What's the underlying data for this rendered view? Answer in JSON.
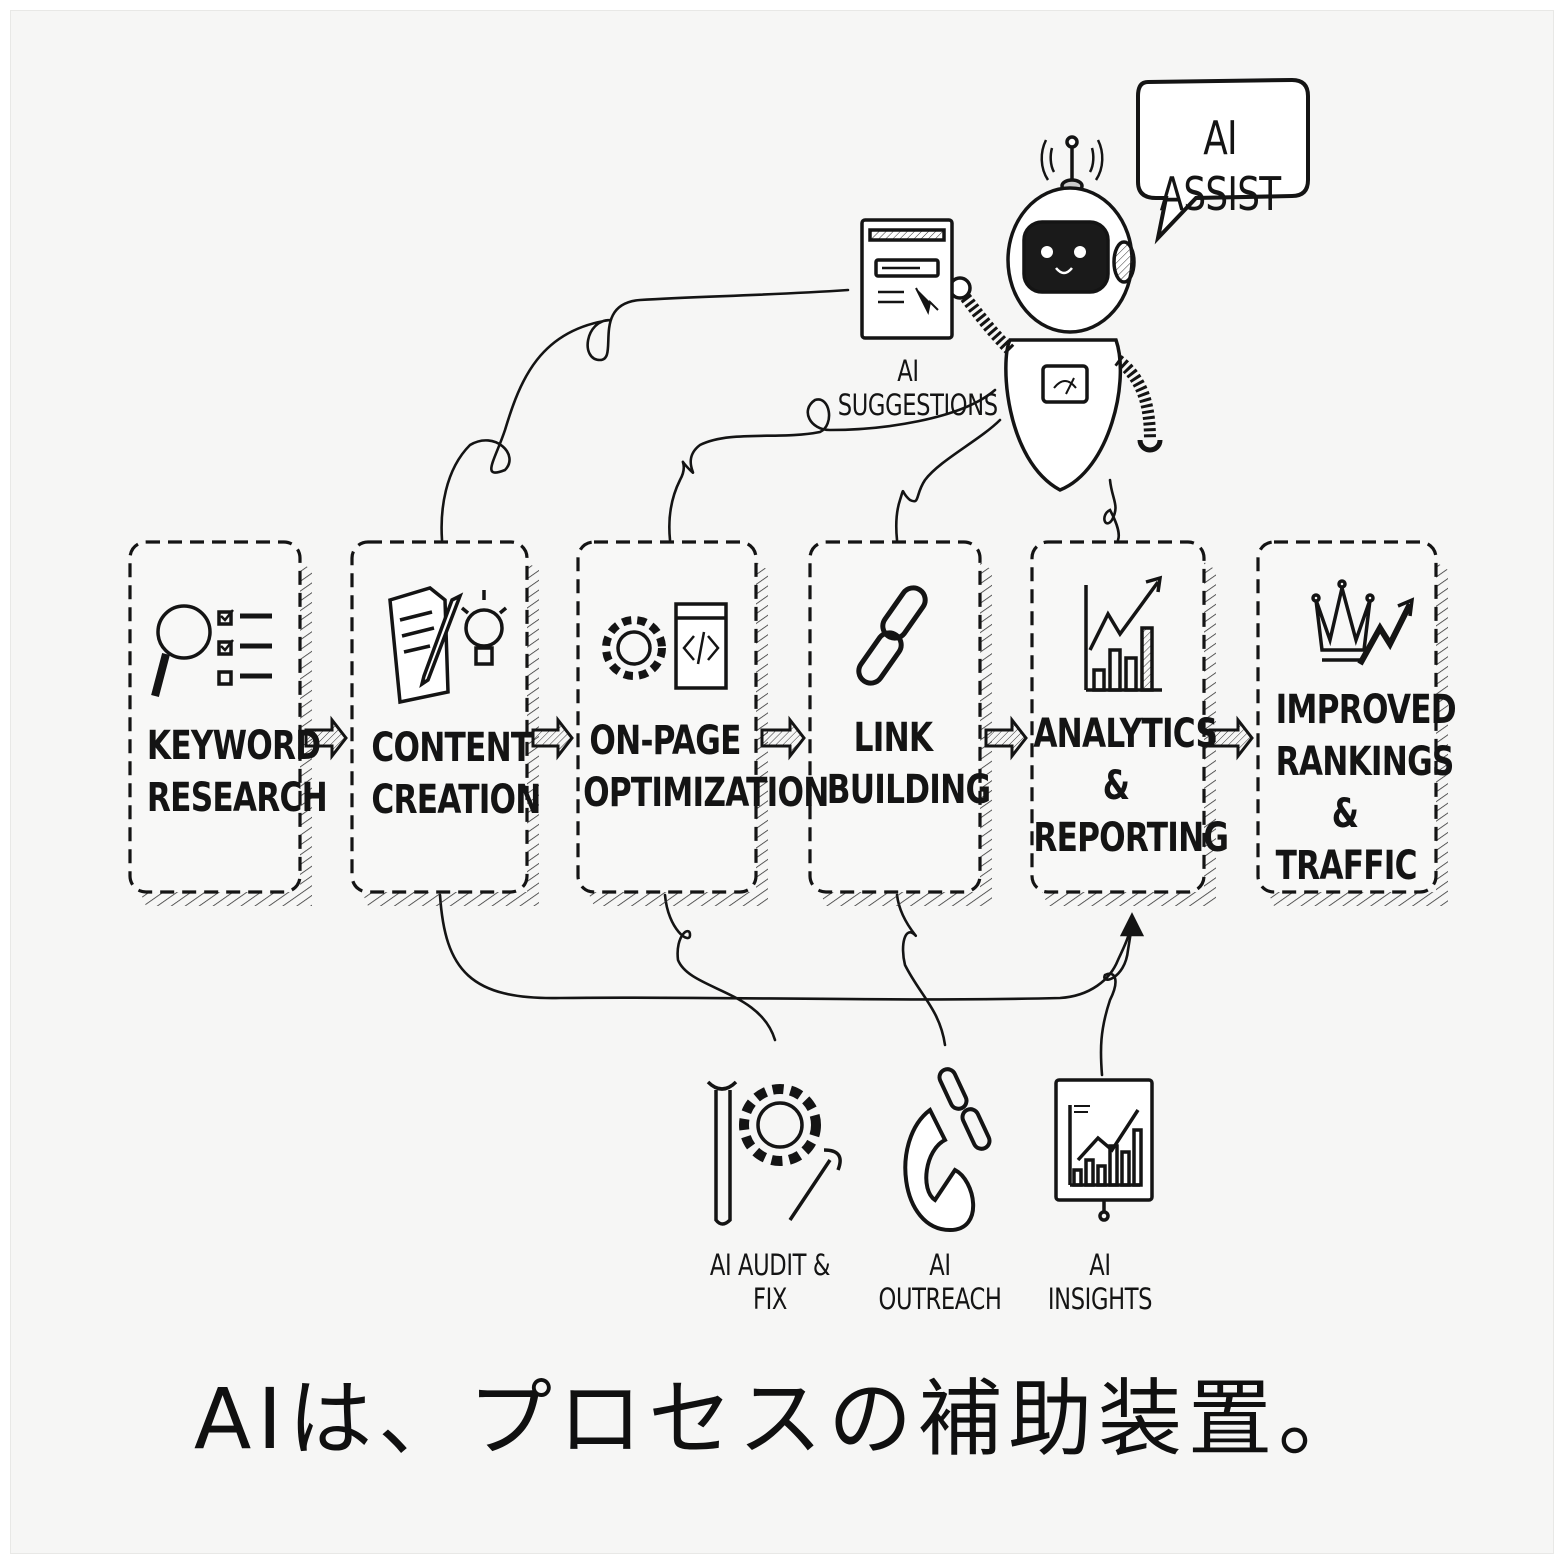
{
  "diagram": {
    "type": "flow-process",
    "style": "hand-drawn sketch",
    "steps": [
      {
        "label": "KEYWORD RESEARCH",
        "icon": "magnifier-checklist-icon"
      },
      {
        "label": "CONTENT CREATION",
        "icon": "document-pencil-lightbulb-icon"
      },
      {
        "label": "ON-PAGE OPTIMIZATION",
        "icon": "gear-code-window-icon"
      },
      {
        "label": "LINK BUILDING",
        "icon": "chain-link-icon"
      },
      {
        "label": "ANALYTICS & REPORTING",
        "icon": "bar-chart-trend-icon"
      },
      {
        "label": "IMPROVED RANKINGS & TRAFFIC",
        "icon": "crown-trend-icon"
      }
    ],
    "step_lines": [
      [
        "KEYWORD",
        "RESEARCH"
      ],
      [
        "CONTENT",
        "CREATION"
      ],
      [
        "ON-PAGE",
        "OPTIMIZATION"
      ],
      [
        "LINK",
        "BUILDING"
      ],
      [
        "ANALYTICS",
        "& REPORTING"
      ],
      [
        "IMPROVED",
        "RANKINGS",
        "& TRAFFIC"
      ]
    ],
    "assistant": {
      "speech_bubble": "AI ASSIST",
      "suggestions_label": "AI SUGGESTIONS"
    },
    "ai_tools": [
      {
        "label": "AI AUDIT & FIX",
        "icon": "wrench-gear-icon"
      },
      {
        "label": "AI OUTREACH",
        "icon": "magnet-chain-icon"
      },
      {
        "label": "AI INSIGHTS",
        "icon": "presentation-chart-icon"
      }
    ],
    "caption": "AIは、プロセスの補助装置。",
    "colors": {
      "ink": "#141414",
      "paper": "#f6f6f5",
      "hatch": "#555555"
    }
  }
}
